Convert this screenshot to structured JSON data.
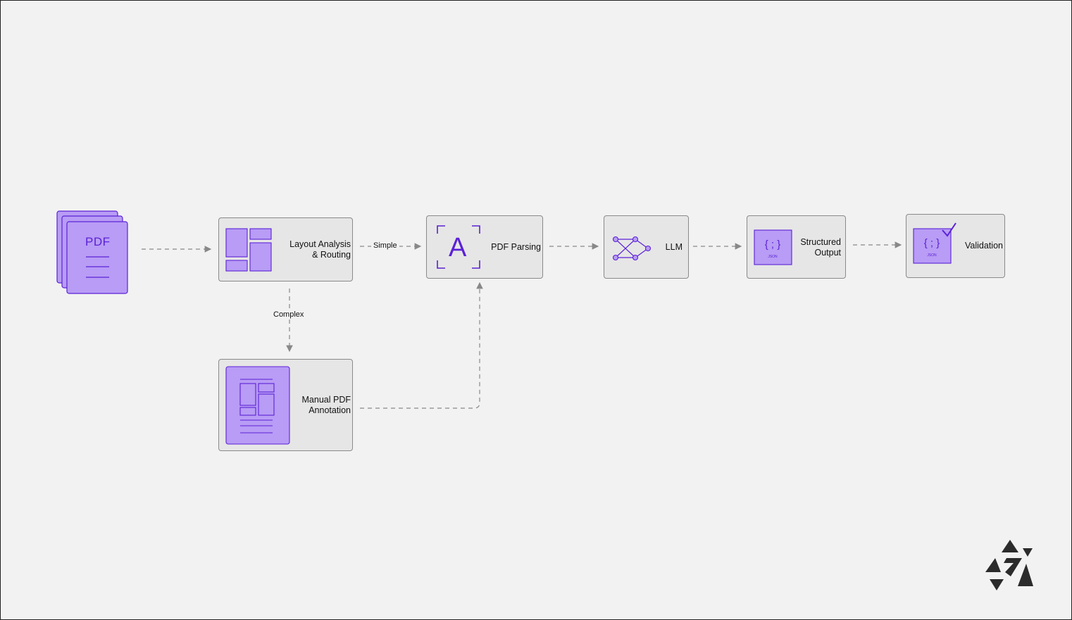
{
  "colors": {
    "background": "#f2f2f2",
    "node_fill": "#e6e6e6",
    "node_border": "#8a8a8a",
    "icon_fill": "#b89cf5",
    "icon_stroke": "#5b21d6",
    "edge": "#888888"
  },
  "input": {
    "label": "PDF",
    "icon": "pdf-stack-icon"
  },
  "nodes": {
    "layout": {
      "label": "Layout Analysis\n& Routing",
      "icon": "layout-grid-icon"
    },
    "parsing": {
      "label": "PDF Parsing",
      "icon_letter": "A",
      "icon": "text-scan-icon"
    },
    "llm": {
      "label": "LLM",
      "icon": "neural-network-icon"
    },
    "structured": {
      "label": "Structured\nOutput",
      "icon": "json-icon"
    },
    "validation": {
      "label": "Validation",
      "icon": "json-check-icon"
    },
    "manual": {
      "label": "Manual PDF\nAnnotation",
      "icon": "document-annotation-icon"
    }
  },
  "edges": {
    "simple": "Simple",
    "complex": "Complex"
  },
  "logo": {
    "icon": "triangles-logo-icon"
  }
}
